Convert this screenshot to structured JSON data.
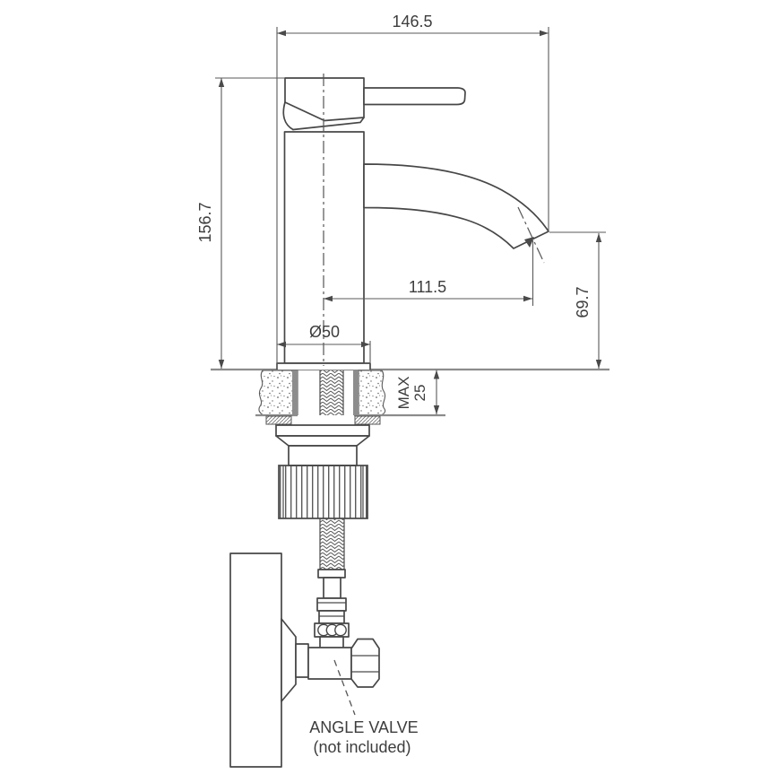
{
  "drawing": {
    "dims": {
      "overall_width": "146.5",
      "overall_height": "156.7",
      "spout_reach": "111.5",
      "outlet_height": "69.7",
      "base_diameter": "Ø50",
      "max_label": "MAX",
      "max_value": "25"
    },
    "note": {
      "line1": "ANGLE VALVE",
      "line2": "(not included)"
    },
    "colors": {
      "line": "#474747",
      "dimension": "#5a5a5a",
      "deck": "#8c8c8c",
      "text": "#3d3d3d",
      "background": "#ffffff"
    }
  }
}
